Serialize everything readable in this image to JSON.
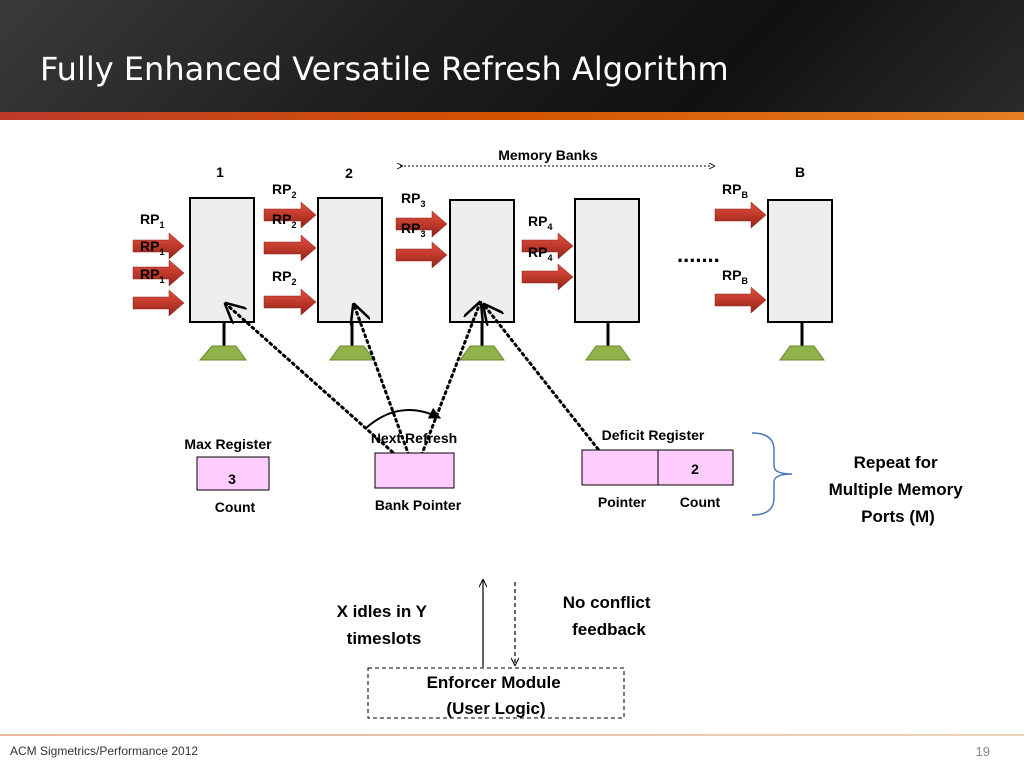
{
  "slide": {
    "title": "Fully Enhanced Versatile Refresh Algorithm",
    "footer": "ACM Sigmetrics/Performance 2012",
    "page_number": "19"
  },
  "diagram": {
    "memory_banks_label": "Memory Banks",
    "bank_numbers": [
      "1",
      "2",
      "B"
    ],
    "ellipsis": ".......",
    "ports": {
      "rp1": [
        "RP",
        "1"
      ],
      "rp2": [
        "RP",
        "2"
      ],
      "rp3": [
        "RP",
        "3"
      ],
      "rp4": [
        "RP",
        "4"
      ],
      "rpb": [
        "RP",
        "B"
      ]
    },
    "max_register": {
      "label": "Max Register",
      "value": "3",
      "caption": "Count"
    },
    "bank_pointer": {
      "label": "Next Refresh",
      "caption": "Bank Pointer"
    },
    "deficit_register": {
      "label": "Deficit Register",
      "value": "2",
      "pointer_caption": "Pointer",
      "count_caption": "Count"
    },
    "repeat_note": [
      "Repeat for",
      "Multiple  Memory",
      "Ports (M)"
    ],
    "idle_note": [
      "X idles in Y",
      "timeslots"
    ],
    "conflict_note": [
      "No conflict",
      "feedback"
    ],
    "enforcer": [
      "Enforcer Module",
      "(User Logic)"
    ],
    "colors": {
      "arrow": "#c0392b",
      "register_fill": "#ffccff",
      "base": "#8fb24a",
      "bank_fill": "#eeeeee"
    }
  }
}
